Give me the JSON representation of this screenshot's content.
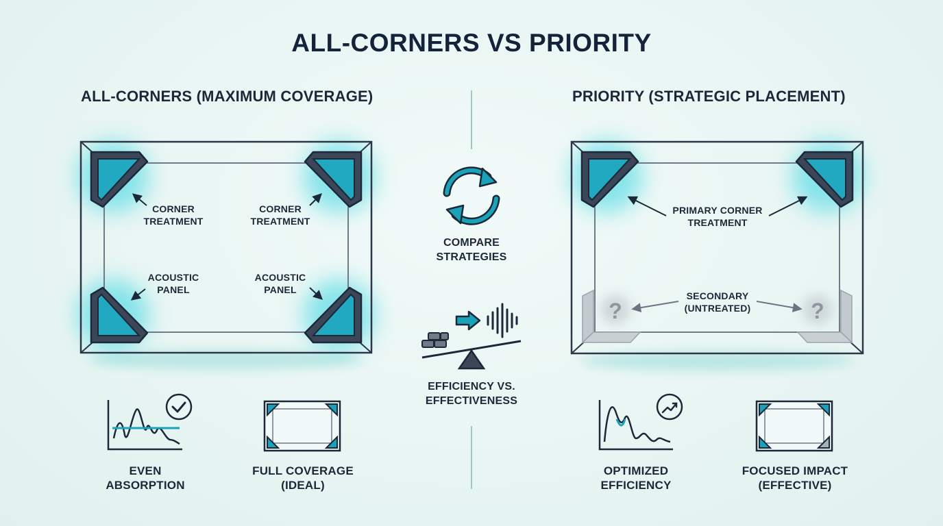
{
  "title": "ALL-CORNERS VS PRIORITY",
  "left": {
    "heading": "ALL-CORNERS (MAXIMUM COVERAGE)",
    "labels": {
      "tl": [
        "CORNER",
        "TREATMENT"
      ],
      "tr": [
        "CORNER",
        "TREATMENT"
      ],
      "bl": [
        "ACOUSTIC",
        "PANEL"
      ],
      "br": [
        "ACOUSTIC",
        "PANEL"
      ]
    },
    "captions": [
      {
        "line1": "EVEN",
        "line2": "ABSORPTION",
        "icon": "response-curve-check-icon"
      },
      {
        "line1": "FULL COVERAGE",
        "line2": "(IDEAL)",
        "icon": "full-coverage-room-icon"
      }
    ]
  },
  "center": {
    "compare": {
      "line1": "COMPARE",
      "line2": "STRATEGIES",
      "icon": "refresh-cycle-icon"
    },
    "balance": {
      "line1": "EFFICIENCY VS.",
      "line2": "EFFECTIVENESS",
      "icon": "balance-scale-icon"
    }
  },
  "right": {
    "heading": "PRIORITY (STRATEGIC PLACEMENT)",
    "primary": [
      "PRIMARY CORNER",
      "TREATMENT"
    ],
    "secondary": [
      "SECONDARY",
      "(UNTREATED)"
    ],
    "unknown_mark": "?",
    "captions": [
      {
        "line1": "OPTIMIZED",
        "line2": "EFFICIENCY",
        "icon": "response-curve-trend-icon"
      },
      {
        "line1": "FOCUSED IMPACT",
        "line2": "(EFFECTIVE)",
        "icon": "focused-room-icon"
      }
    ]
  },
  "colors": {
    "teal": "#1aa3b8",
    "teal_dark": "#1482a0",
    "navy": "#2b3648",
    "glow": "#3fd7e4",
    "gray": "#aeb6bc"
  }
}
